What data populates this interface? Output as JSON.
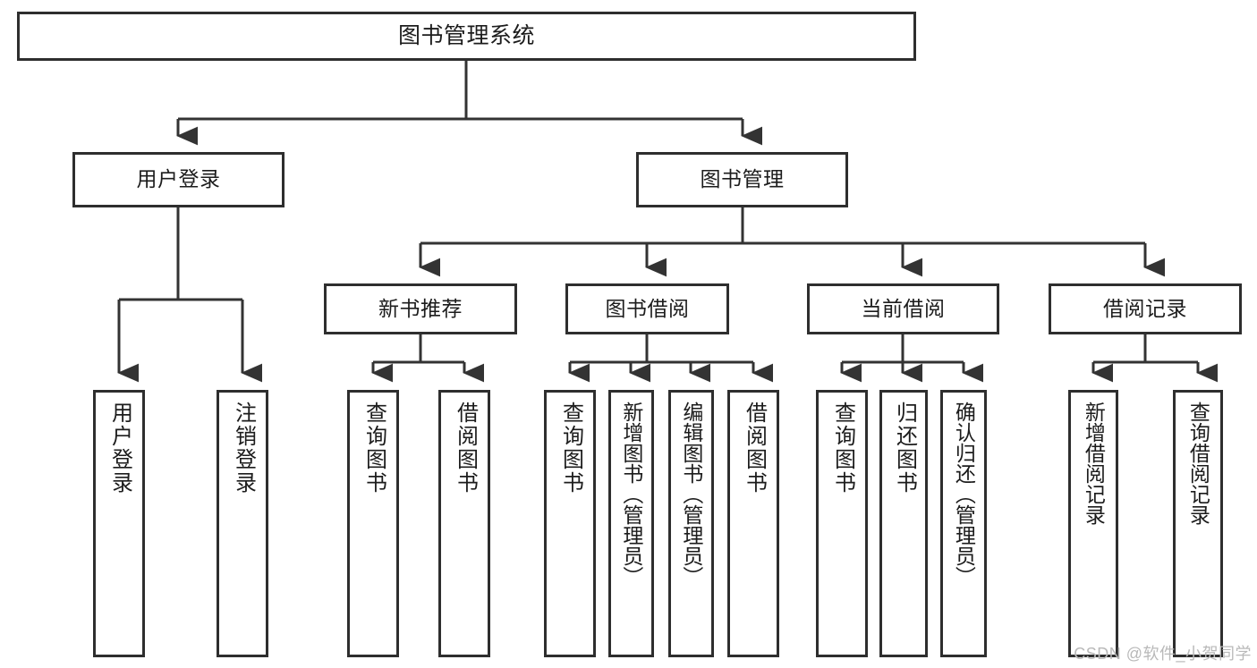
{
  "diagram": {
    "title": "图书管理系统",
    "type": "功能结构图",
    "colors": {
      "box_border": "#2e2e2e",
      "connector": "#333333",
      "text": "#1c1c1c",
      "background": "#ffffff",
      "watermark": "#b9b9b9"
    },
    "root": {
      "label": "图书管理系统"
    },
    "level2": [
      {
        "label": "用户登录"
      },
      {
        "label": "图书管理"
      }
    ],
    "level3": [
      {
        "label": "新书推荐"
      },
      {
        "label": "图书借阅"
      },
      {
        "label": "当前借阅"
      },
      {
        "label": "借阅记录"
      }
    ],
    "leaves": {
      "user_login": [
        {
          "label": "用户登录"
        },
        {
          "label": "注销登录"
        }
      ],
      "new_book_recommend": [
        {
          "label": "查询图书"
        },
        {
          "label": "借阅图书"
        }
      ],
      "book_borrow": [
        {
          "label": "查询图书"
        },
        {
          "label": "新增图书（管理员）"
        },
        {
          "label": "编辑图书（管理员）"
        },
        {
          "label": "借阅图书"
        }
      ],
      "current_borrow": [
        {
          "label": "查询图书"
        },
        {
          "label": "归还图书"
        },
        {
          "label": "确认归还（管理员）"
        }
      ],
      "borrow_record": [
        {
          "label": "新增借阅记录"
        },
        {
          "label": "查询借阅记录"
        }
      ]
    }
  },
  "watermark": {
    "text": "CSDN @软件_小贺同学"
  }
}
